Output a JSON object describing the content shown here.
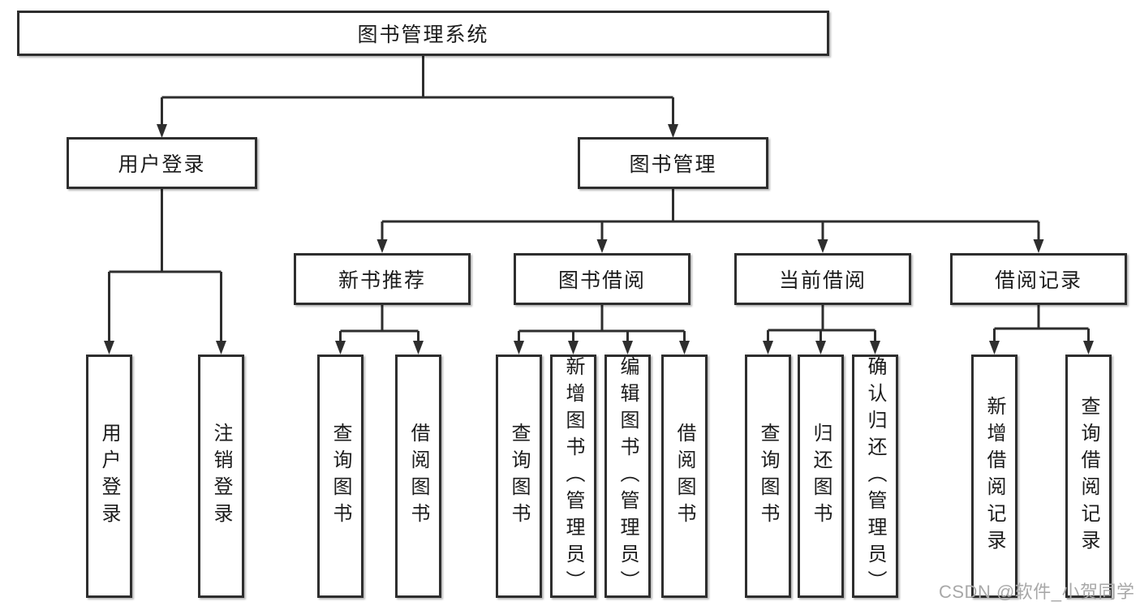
{
  "diagram_title": "图书管理系统",
  "nodes": {
    "root": {
      "label": "图书管理系统"
    },
    "user_login": {
      "label": "用户登录"
    },
    "book_mgmt": {
      "label": "图书管理"
    },
    "new_book_rec": {
      "label": "新书推荐"
    },
    "book_borrow": {
      "label": "图书借阅"
    },
    "current_borrow": {
      "label": "当前借阅"
    },
    "borrow_record": {
      "label": "借阅记录"
    },
    "leaf_user_login": {
      "label": "用户登录"
    },
    "leaf_logout": {
      "label": "注销登录"
    },
    "leaf_query_book_a": {
      "label": "查询图书"
    },
    "leaf_borrow_book_a": {
      "label": "借阅图书"
    },
    "leaf_query_book_b": {
      "label": "查询图书"
    },
    "leaf_add_book": {
      "label": "新增图书（管理员）"
    },
    "leaf_edit_book": {
      "label": "编辑图书（管理员）"
    },
    "leaf_borrow_book_b": {
      "label": "借阅图书"
    },
    "leaf_query_book_c": {
      "label": "查询图书"
    },
    "leaf_return_book": {
      "label": "归还图书"
    },
    "leaf_confirm_return": {
      "label": "确认归还（管理员）"
    },
    "leaf_add_record": {
      "label": "新增借阅记录"
    },
    "leaf_query_record": {
      "label": "查询借阅记录"
    }
  },
  "watermark": {
    "text": "CSDN @软件_小贺同学"
  },
  "colors": {
    "line": "#2e2e2e",
    "text": "#1c1c1c",
    "watermark": "#a8a8a8",
    "background": "#ffffff"
  }
}
